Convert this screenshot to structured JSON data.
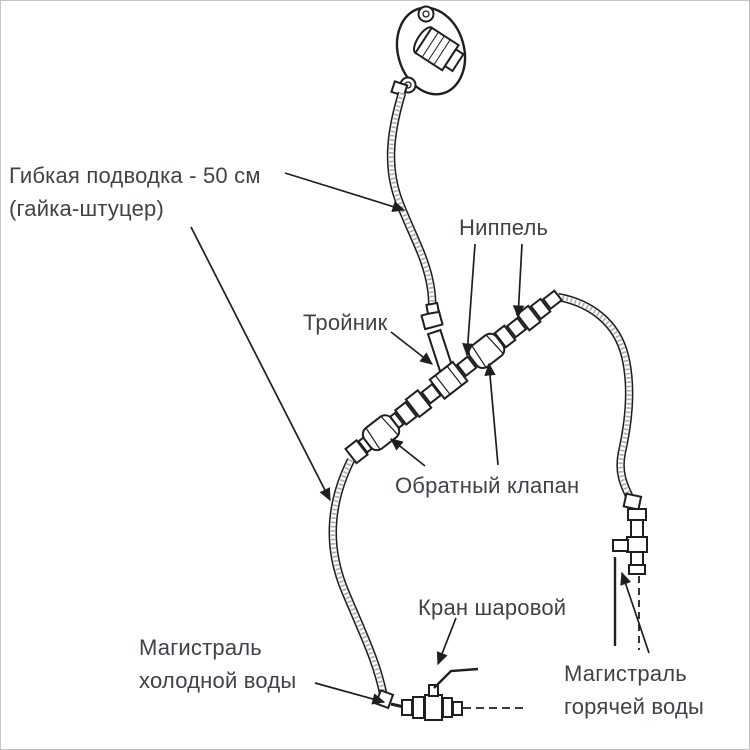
{
  "colors": {
    "background": "#ffffff",
    "line": "#1f1f1f",
    "label_text": "#3d4348",
    "hose_texture": "#ababab",
    "frame_border": "#c4c4c4"
  },
  "labels": {
    "flexible_hose_line1": "Гибкая подводка - 50 см",
    "flexible_hose_line2": "(гайка-штуцер)",
    "nipple": "Ниппель",
    "tee": "Тройник",
    "check_valve": "Обратный клапан",
    "ball_valve": "Кран шаровой",
    "cold_main_line1": "Магистраль",
    "cold_main_line2": "холодной воды",
    "hot_main_line1": "Магистраль",
    "hot_main_line2": "горячей воды"
  }
}
